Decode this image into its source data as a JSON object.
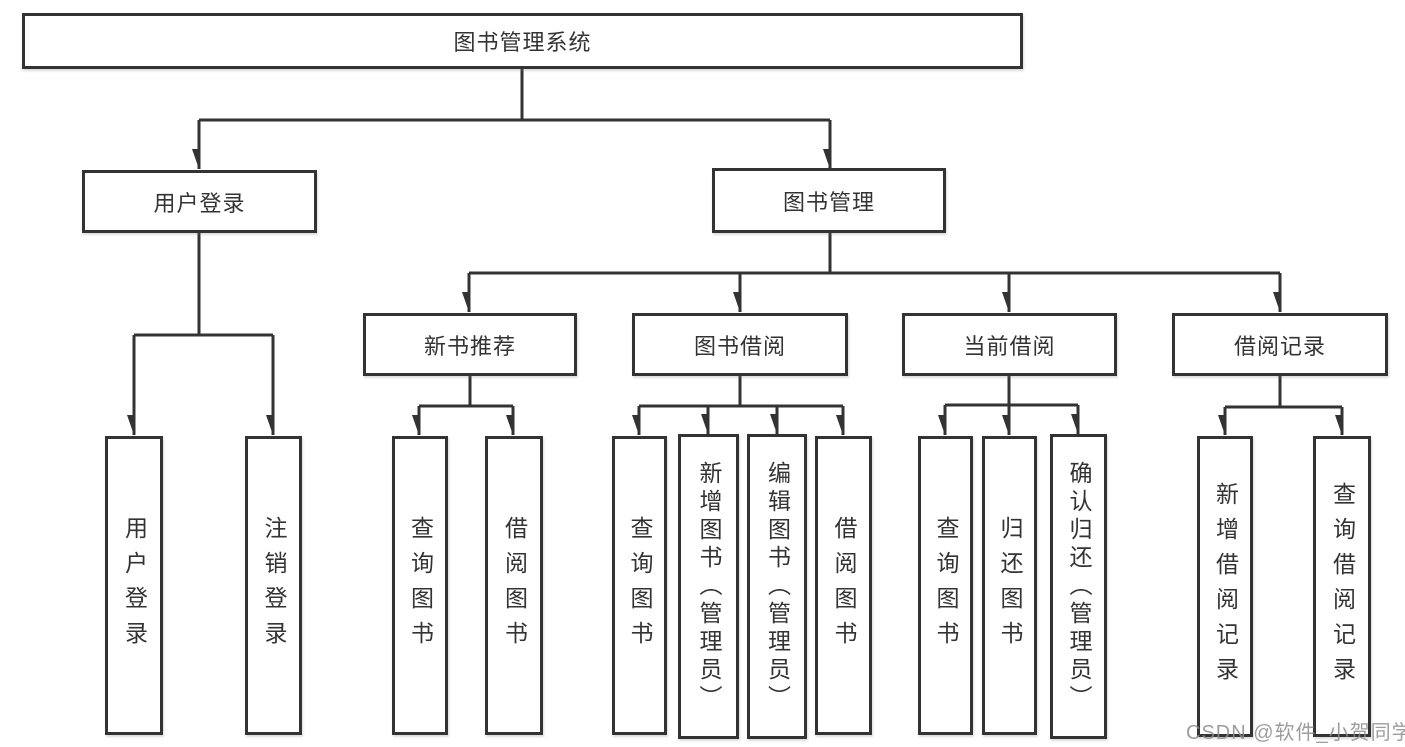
{
  "diagram": {
    "root": {
      "label": "图书管理系统"
    },
    "branches": {
      "user_login": {
        "label": "用户登录",
        "children": [
          {
            "label": "用户登录"
          },
          {
            "label": "注销登录"
          }
        ]
      },
      "book_mgmt": {
        "label": "图书管理",
        "children": {
          "new_books": {
            "label": "新书推荐",
            "children": [
              {
                "label": "查询图书"
              },
              {
                "label": "借阅图书"
              }
            ]
          },
          "book_borrow": {
            "label": "图书借阅",
            "children": [
              {
                "label": "查询图书"
              },
              {
                "label": "新增图书（管理员）"
              },
              {
                "label": "编辑图书（管理员）"
              },
              {
                "label": "借阅图书"
              }
            ]
          },
          "current_borrow": {
            "label": "当前借阅",
            "children": [
              {
                "label": "查询图书"
              },
              {
                "label": "归还图书"
              },
              {
                "label": "确认归还（管理员）"
              }
            ]
          },
          "borrow_records": {
            "label": "借阅记录",
            "children": [
              {
                "label": "新增借阅记录"
              },
              {
                "label": "查询借阅记录"
              }
            ]
          }
        }
      }
    }
  },
  "watermark": "CSDN @软件_小贺同学",
  "colors": {
    "line": "#333333",
    "text": "#333333",
    "background": "#ffffff",
    "watermark": "#8c8c8c"
  }
}
